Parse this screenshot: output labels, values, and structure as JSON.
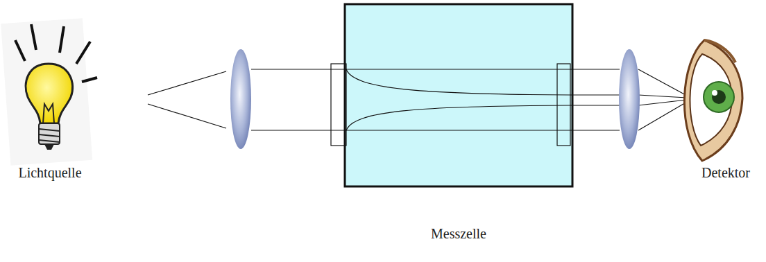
{
  "diagram": {
    "labels": [
      "Lichtquelle",
      "Detektor",
      "Messzelle"
    ]
  }
}
